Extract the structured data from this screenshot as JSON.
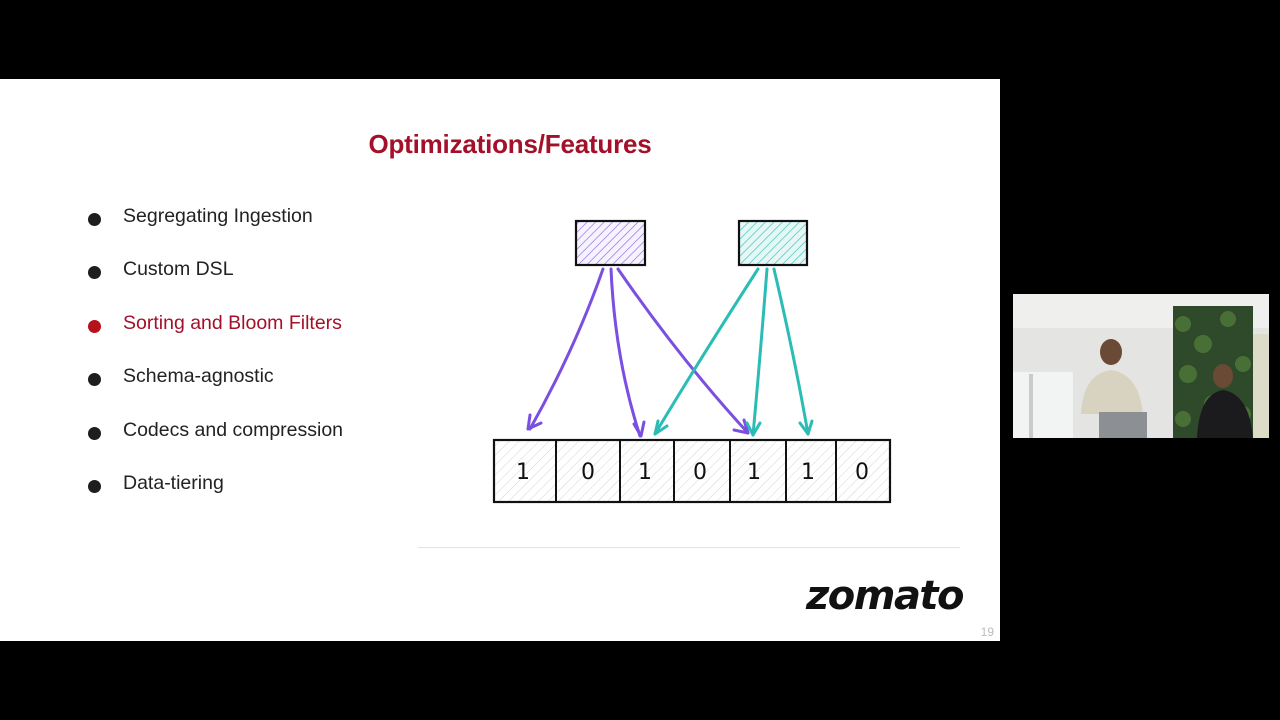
{
  "slide": {
    "title": "Optimizations/Features",
    "bullets": [
      {
        "label": "Segregating Ingestion",
        "active": false
      },
      {
        "label": "Custom DSL",
        "active": false
      },
      {
        "label": "Sorting and Bloom Filters",
        "active": true
      },
      {
        "label": "Schema-agnostic",
        "active": false
      },
      {
        "label": "Codecs and compression",
        "active": false
      },
      {
        "label": "Data-tiering",
        "active": false
      }
    ],
    "diagram": {
      "description": "Bloom filter: two hashed elements map via hash functions to bit array",
      "elements": [
        {
          "name": "element-1",
          "color": "#7b4fe0"
        },
        {
          "name": "element-2",
          "color": "#2bbdb5"
        }
      ],
      "bit_array": [
        "1",
        "0",
        "1",
        "0",
        "1",
        "1",
        "0"
      ]
    },
    "logo": "zomato",
    "page_number": "19"
  },
  "webcam": {
    "description": "Speaker video feed: two presenters in front of green wall"
  },
  "colors": {
    "accent": "#a3102a",
    "purple": "#7b4fe0",
    "teal": "#2bbdb5",
    "background": "#000000"
  }
}
